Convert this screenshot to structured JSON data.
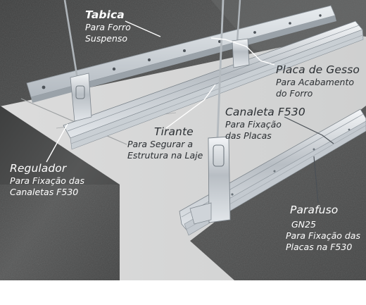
{
  "labels": {
    "tabica": {
      "title": "Tabica",
      "lines": [
        "Para Forro",
        "Suspenso"
      ]
    },
    "placa": {
      "title": "Placa de Gesso",
      "lines": [
        "Para Acabamento",
        "do Forro"
      ]
    },
    "canaleta": {
      "title": "Canaleta F530",
      "lines": [
        "Para Fixação",
        "das Placas"
      ]
    },
    "tirante": {
      "title": "Tirante",
      "lines": [
        "Para Segurar a",
        "Estrutura na Laje"
      ]
    },
    "regulador": {
      "title": "Regulador",
      "lines": [
        "Para Fixação das",
        "Canaletas F530"
      ]
    },
    "parafuso": {
      "title": "Parafuso",
      "lines": [
        "GN25",
        "Para Fixação das",
        "Placas na F530"
      ]
    }
  }
}
